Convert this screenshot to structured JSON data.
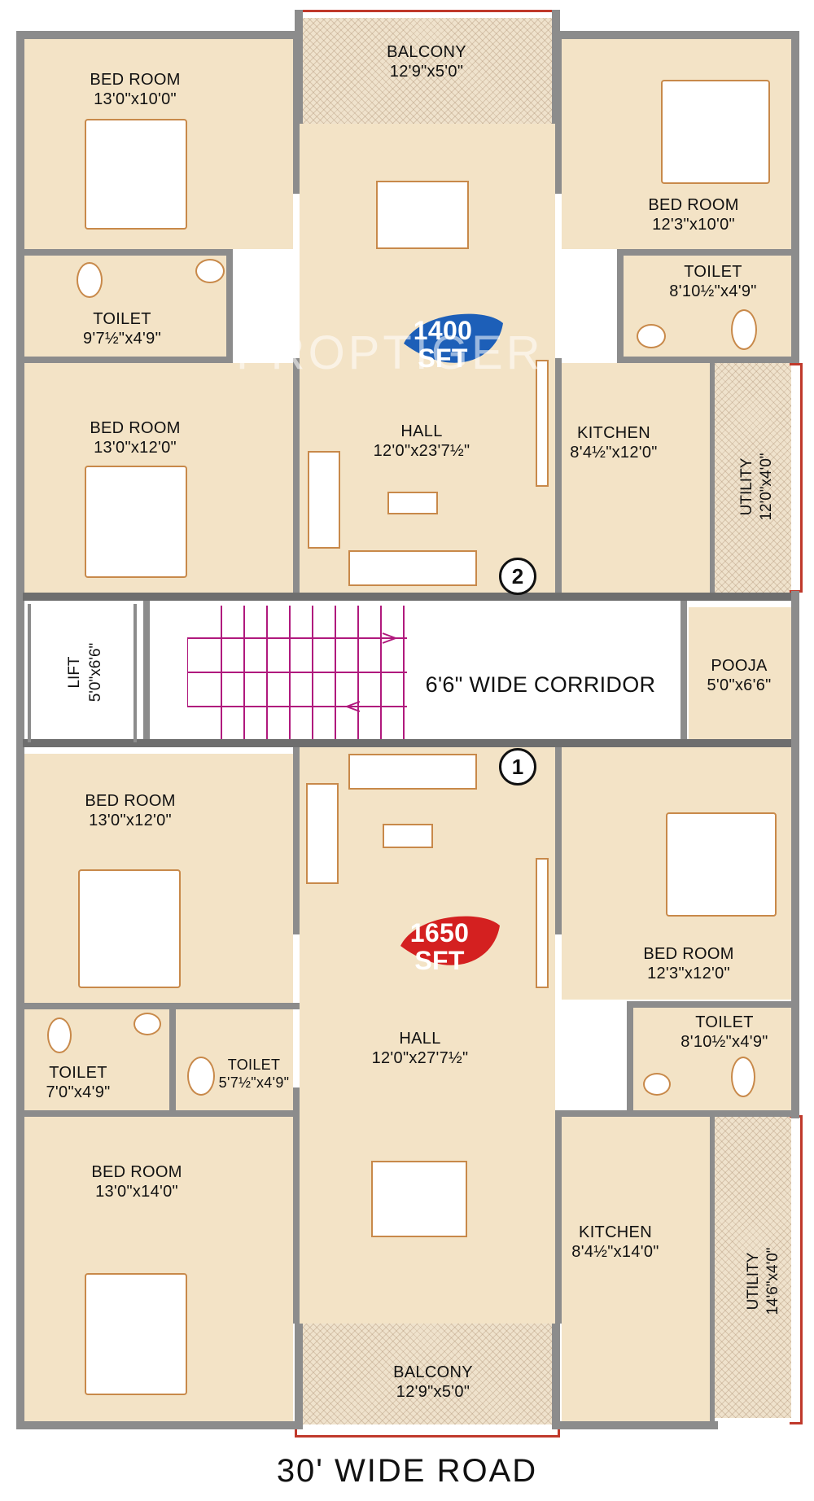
{
  "plan": {
    "watermark": "PROPTIGER",
    "road": "30' WIDE ROAD",
    "corridor": "6'6\" WIDE CORRIDOR",
    "units": [
      {
        "area_number": "1400",
        "area_unit": "SFT",
        "color": "#1d5fb8",
        "entry": "2"
      },
      {
        "area_number": "1650",
        "area_unit": "SFT",
        "color": "#d42020",
        "entry": "1"
      }
    ],
    "rooms": {
      "balcony_top": {
        "name": "BALCONY",
        "size": "12'9\"x5'0\""
      },
      "bed_tl": {
        "name": "BED ROOM",
        "size": "13'0\"x10'0\""
      },
      "bed_tr": {
        "name": "BED ROOM",
        "size": "12'3\"x10'0\""
      },
      "toilet_tl": {
        "name": "TOILET",
        "size": "9'7½\"x4'9\""
      },
      "toilet_tr": {
        "name": "TOILET",
        "size": "8'10½\"x4'9\""
      },
      "bed_ml": {
        "name": "BED ROOM",
        "size": "13'0\"x12'0\""
      },
      "hall_top": {
        "name": "HALL",
        "size": "12'0\"x23'7½\""
      },
      "kitchen_top": {
        "name": "KITCHEN",
        "size": "8'4½\"x12'0\""
      },
      "utility_top": {
        "name": "UTILITY",
        "size": "12'0\"x4'0\""
      },
      "lift": {
        "name": "LIFT",
        "size": "5'0\"x6'6\""
      },
      "pooja": {
        "name": "POOJA",
        "size": "5'0\"x6'6\""
      },
      "bed_bl1": {
        "name": "BED ROOM",
        "size": "13'0\"x12'0\""
      },
      "bed_br": {
        "name": "BED ROOM",
        "size": "12'3\"x12'0\""
      },
      "hall_bottom": {
        "name": "HALL",
        "size": "12'0\"x27'7½\""
      },
      "toilet_bl1": {
        "name": "TOILET",
        "size": "7'0\"x4'9\""
      },
      "toilet_bl2": {
        "name": "TOILET",
        "size": "5'7½\"x4'9\""
      },
      "toilet_br": {
        "name": "TOILET",
        "size": "8'10½\"x4'9\""
      },
      "bed_bl2": {
        "name": "BED ROOM",
        "size": "13'0\"x14'0\""
      },
      "kitchen_bottom": {
        "name": "KITCHEN",
        "size": "8'4½\"x14'0\""
      },
      "utility_bottom": {
        "name": "UTILITY",
        "size": "14'6\"x4'0\""
      },
      "balcony_bottom": {
        "name": "BALCONY",
        "size": "12'9\"x5'0\""
      }
    }
  }
}
